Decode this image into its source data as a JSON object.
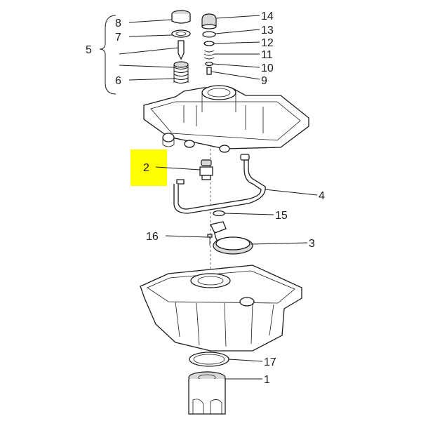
{
  "diagram": {
    "highlight_color": "#ffff00",
    "labels": {
      "l1": "1",
      "l2": "2",
      "l3": "3",
      "l4": "4",
      "l5": "5",
      "l6": "6",
      "l7": "7",
      "l8": "8",
      "l9": "9",
      "l10": "10",
      "l11": "11",
      "l12": "12",
      "l13": "13",
      "l14": "14",
      "l15": "15",
      "l16": "16",
      "l17": "17"
    }
  }
}
